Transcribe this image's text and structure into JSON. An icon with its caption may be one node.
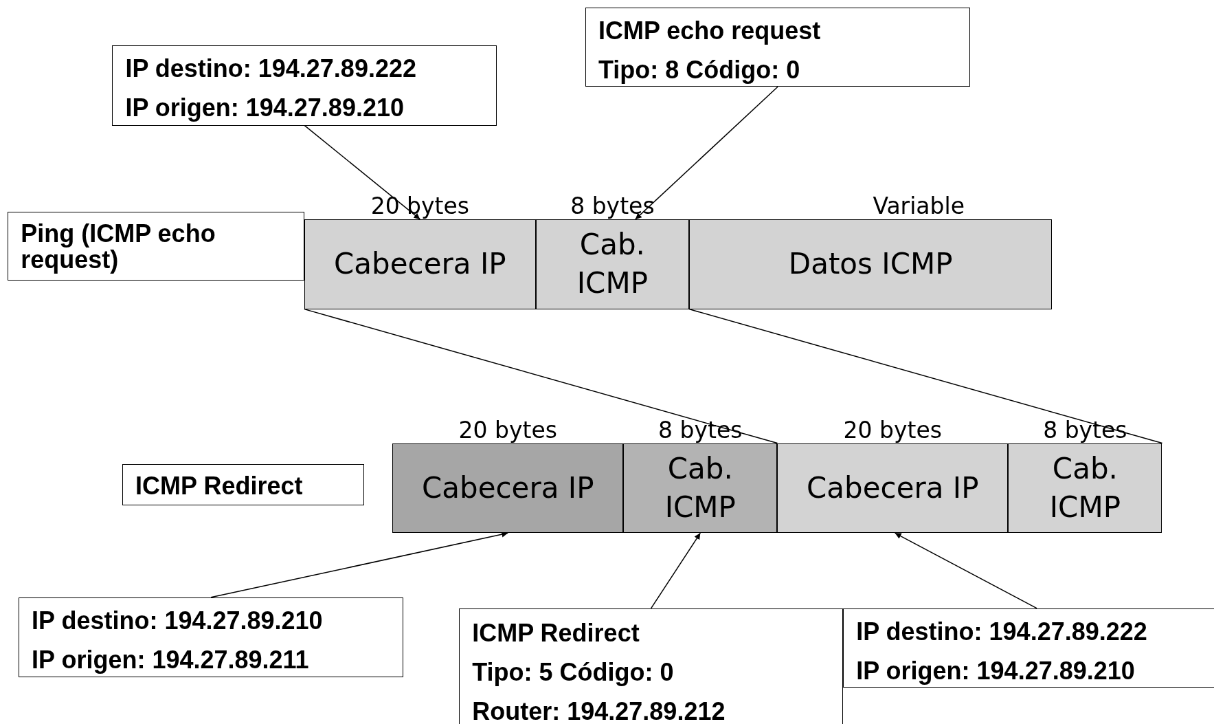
{
  "diagram": {
    "nodes": [
      {
        "text": [
          "IP destino: 194.27.89.222",
          "IP origen: 194.27.89.210"
        ]
      },
      {
        "text": [
          "ICMP echo request",
          "Tipo: 8 Código: 0"
        ]
      },
      {
        "text": [
          "Ping (ICMP echo request)"
        ]
      },
      {
        "text": [
          "Cabecera IP"
        ],
        "beside": [
          "20 bytes"
        ]
      },
      {
        "text": [
          "Cab. ICMP"
        ],
        "beside": [
          "8 bytes"
        ]
      },
      {
        "text": [
          "Datos ICMP"
        ],
        "beside": [
          "Variable"
        ]
      },
      {
        "text": [
          "ICMP Redirect"
        ]
      },
      {
        "text": [
          "Cabecera IP"
        ],
        "beside": [
          "20 bytes"
        ]
      },
      {
        "text": [
          "Cab. ICMP"
        ],
        "beside": [
          "8 bytes"
        ]
      },
      {
        "text": [
          "Cabecera IP"
        ],
        "beside": [
          "20 bytes"
        ]
      },
      {
        "text": [
          "Cab. ICMP"
        ],
        "beside": [
          "8 bytes"
        ]
      },
      {
        "text": [
          "IP destino: 194.27.89.210",
          "IP origen: 194.27.89.211"
        ]
      },
      {
        "text": [
          "ICMP Redirect",
          "Tipo: 5 Código: 0",
          "Router: 194.27.89.212"
        ]
      },
      {
        "text": [
          "IP destino: 194.27.89.222",
          "IP origen: 194.27.89.210"
        ]
      }
    ],
    "edges": [
      {
        "from": 0,
        "to": 3,
        "arrow": "to"
      },
      {
        "from": 1,
        "to": 4,
        "arrow": "to"
      },
      {
        "from": 3,
        "to": 9,
        "arrow": "none"
      },
      {
        "from": 4,
        "to": 10,
        "arrow": "none"
      },
      {
        "from": 11,
        "to": 7,
        "arrow": "to"
      },
      {
        "from": 12,
        "to": 8,
        "arrow": "to"
      },
      {
        "from": 13,
        "to": 9,
        "arrow": "to"
      }
    ]
  }
}
